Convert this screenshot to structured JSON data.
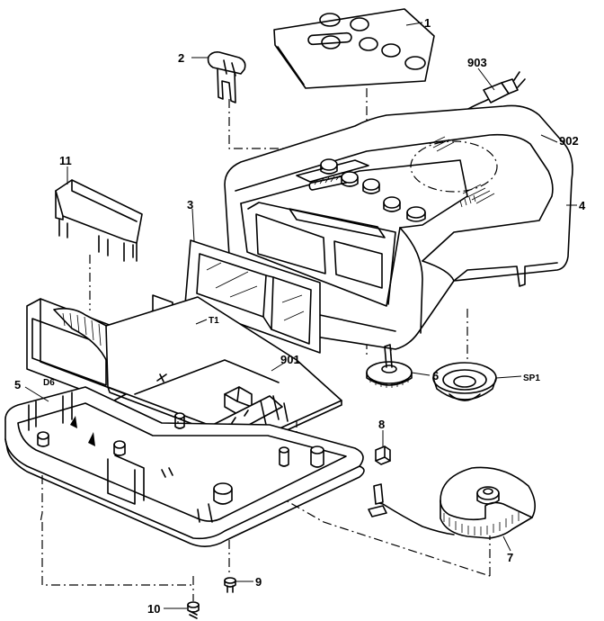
{
  "diagram": {
    "callouts": {
      "c1": "1",
      "c2": "2",
      "c3": "3",
      "c4": "4",
      "c5": "5",
      "c6": "6",
      "c7": "7",
      "c8": "8",
      "c9": "9",
      "c10": "10",
      "c11": "11",
      "c901": "901",
      "c902": "902",
      "c903": "903",
      "sp1": "SP1",
      "t1": "T1",
      "d6": "D6"
    }
  }
}
